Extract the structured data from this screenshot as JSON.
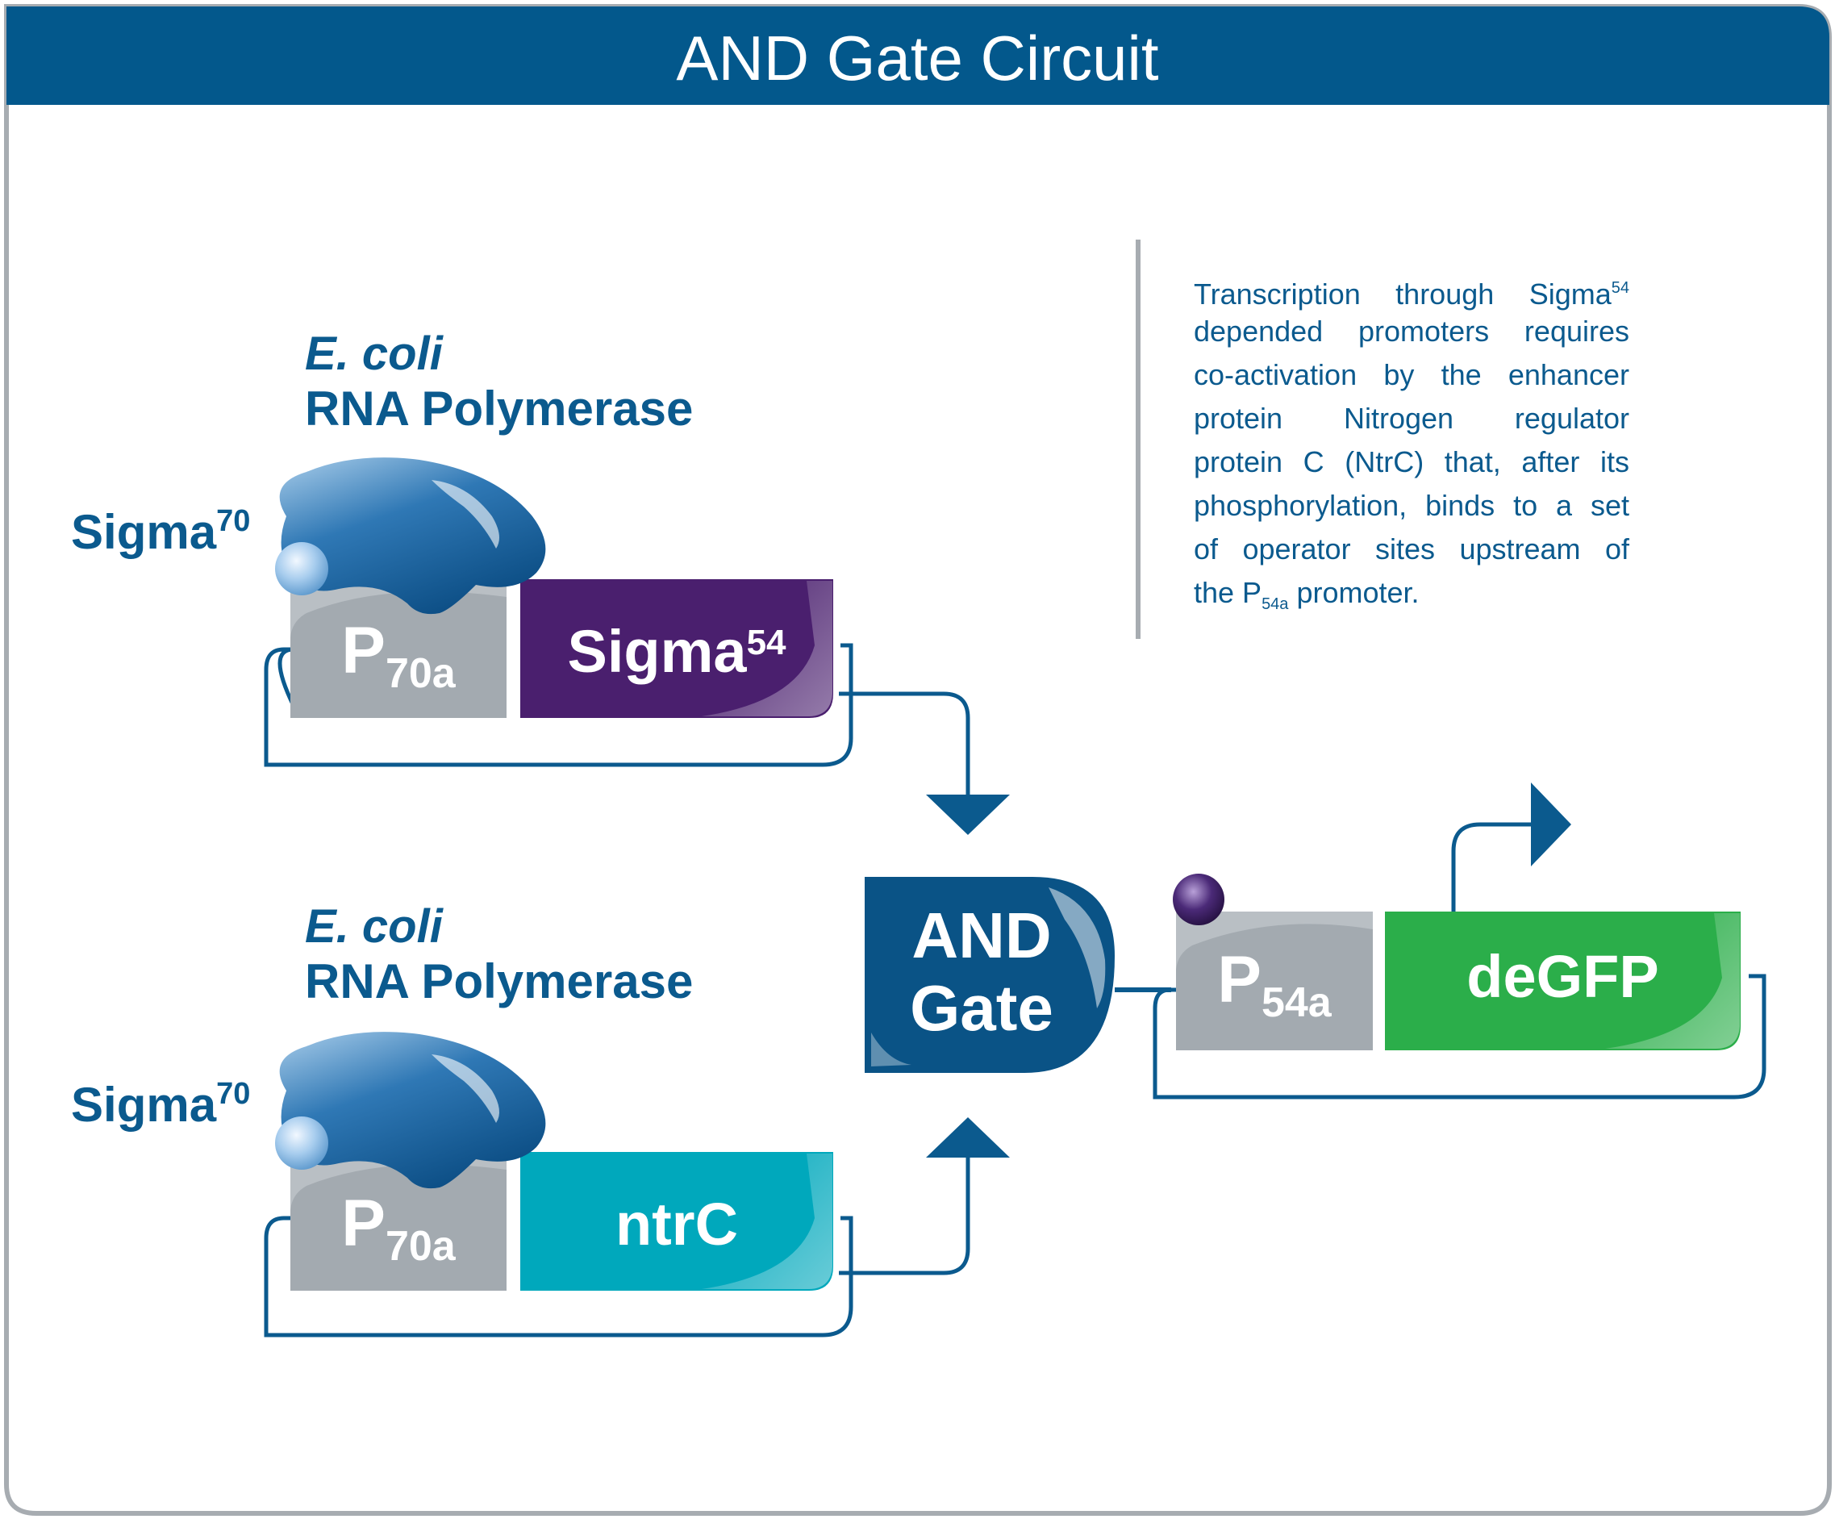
{
  "header": {
    "title": "AND Gate Circuit"
  },
  "top_cassette": {
    "organism": "E. coli",
    "enzyme": "RNA Polymerase",
    "sigma_label": "Sigma",
    "sigma_number": "70",
    "promoter_main": "P",
    "promoter_sub": "70a",
    "gene_main": "Sigma",
    "gene_sup": "54"
  },
  "bottom_cassette": {
    "organism": "E. coli",
    "enzyme": "RNA Polymerase",
    "sigma_label": "Sigma",
    "sigma_number": "70",
    "promoter_main": "P",
    "promoter_sub": "70a",
    "gene": "ntrC"
  },
  "gate": {
    "line1": "AND",
    "line2": "Gate"
  },
  "output_cassette": {
    "promoter_main": "P",
    "promoter_sub": "54a",
    "gene": "deGFP"
  },
  "description": {
    "line1_a": "Transcription through Sigma",
    "line1_sup": "54",
    "line2": "depended promoters requires",
    "line3": "co-activation by the enhancer",
    "line4": "protein Nitrogen regulator",
    "line5": "protein C (NtrC) that, after its",
    "line6": "phosphorylation, binds to a set",
    "line7": "of operator sites upstream of",
    "line8_a": "the P",
    "line8_sub": "54a",
    "line8_b": " promoter."
  },
  "colors": {
    "header_blue": "#03588c",
    "text_blue": "#0b5a8e",
    "promoter_gray": "#a3aab0",
    "sigma54_purple": "#4a1f6e",
    "ntrc_teal": "#00a8bc",
    "degfp_green": "#2bae4a",
    "gate_blue": "#0a5386",
    "frame_gray": "#a7acb1"
  },
  "icons": [
    "rna-polymerase-icon",
    "sigma70-subunit-icon",
    "ntrc-phospho-icon",
    "arrow-down-icon",
    "arrow-up-icon",
    "transcription-arrow-icon"
  ]
}
